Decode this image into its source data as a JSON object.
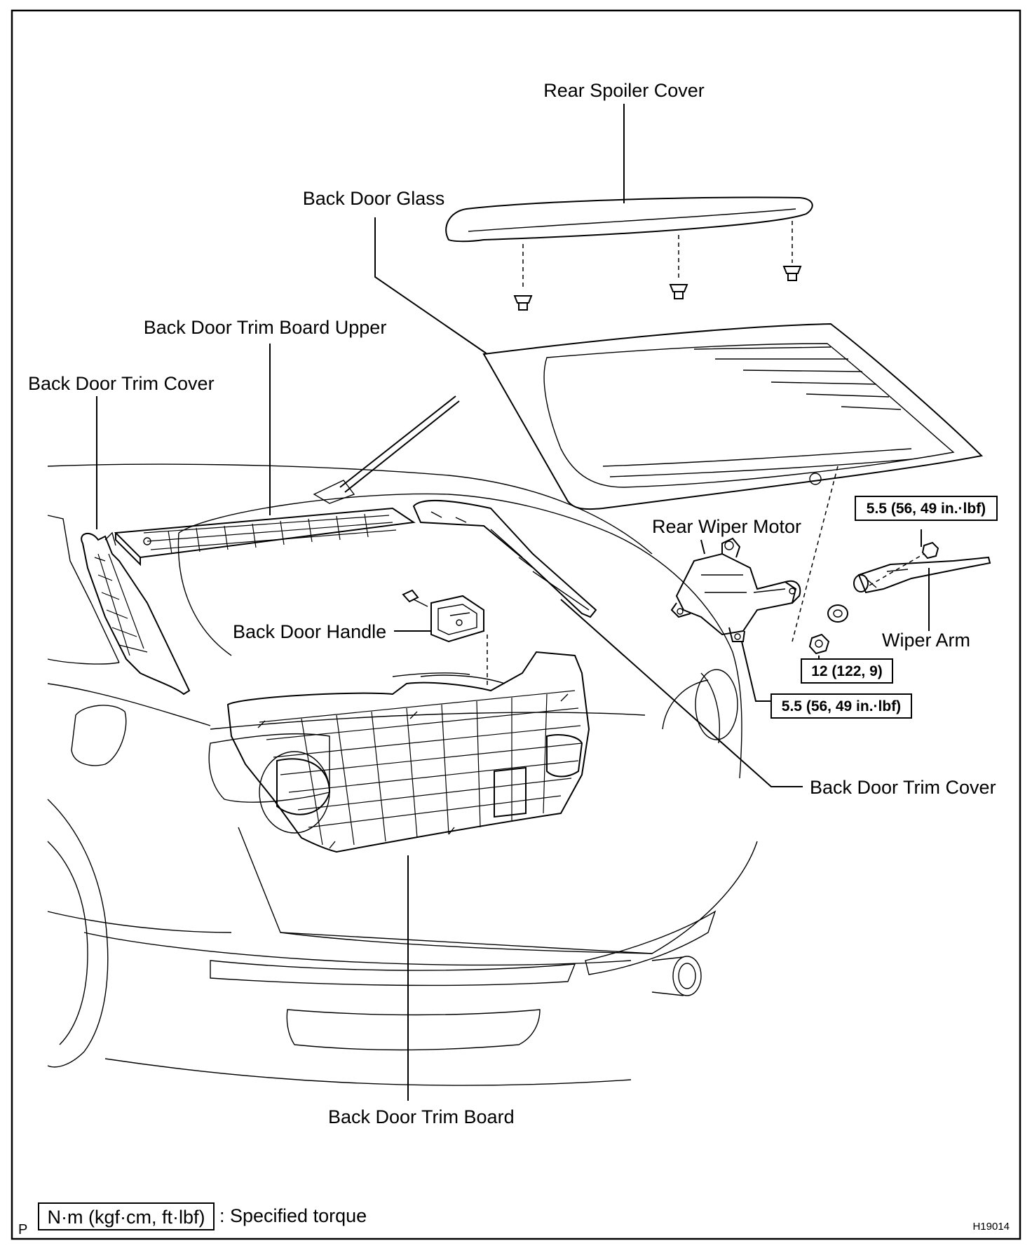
{
  "labels": {
    "rear_spoiler_cover": "Rear Spoiler Cover",
    "back_door_glass": "Back Door Glass",
    "back_door_trim_board_upper": "Back Door Trim Board Upper",
    "back_door_trim_cover_left": "Back Door Trim Cover",
    "rear_wiper_motor": "Rear Wiper Motor",
    "back_door_handle": "Back Door Handle",
    "wiper_arm": "Wiper Arm",
    "back_door_trim_cover_right": "Back Door Trim Cover",
    "back_door_trim_board": "Back Door Trim Board"
  },
  "torque": {
    "wiper_arm_nut": "5.5 (56, 49 in.·lbf)",
    "pivot_nut": "12 (122, 9)",
    "motor_bolt": "5.5 (56, 49 in.·lbf)"
  },
  "legend": {
    "unit": "N·m (kgf·cm, ft·lbf)",
    "description": ": Specified torque"
  },
  "corner_mark": "P",
  "figure_id": "H19014"
}
